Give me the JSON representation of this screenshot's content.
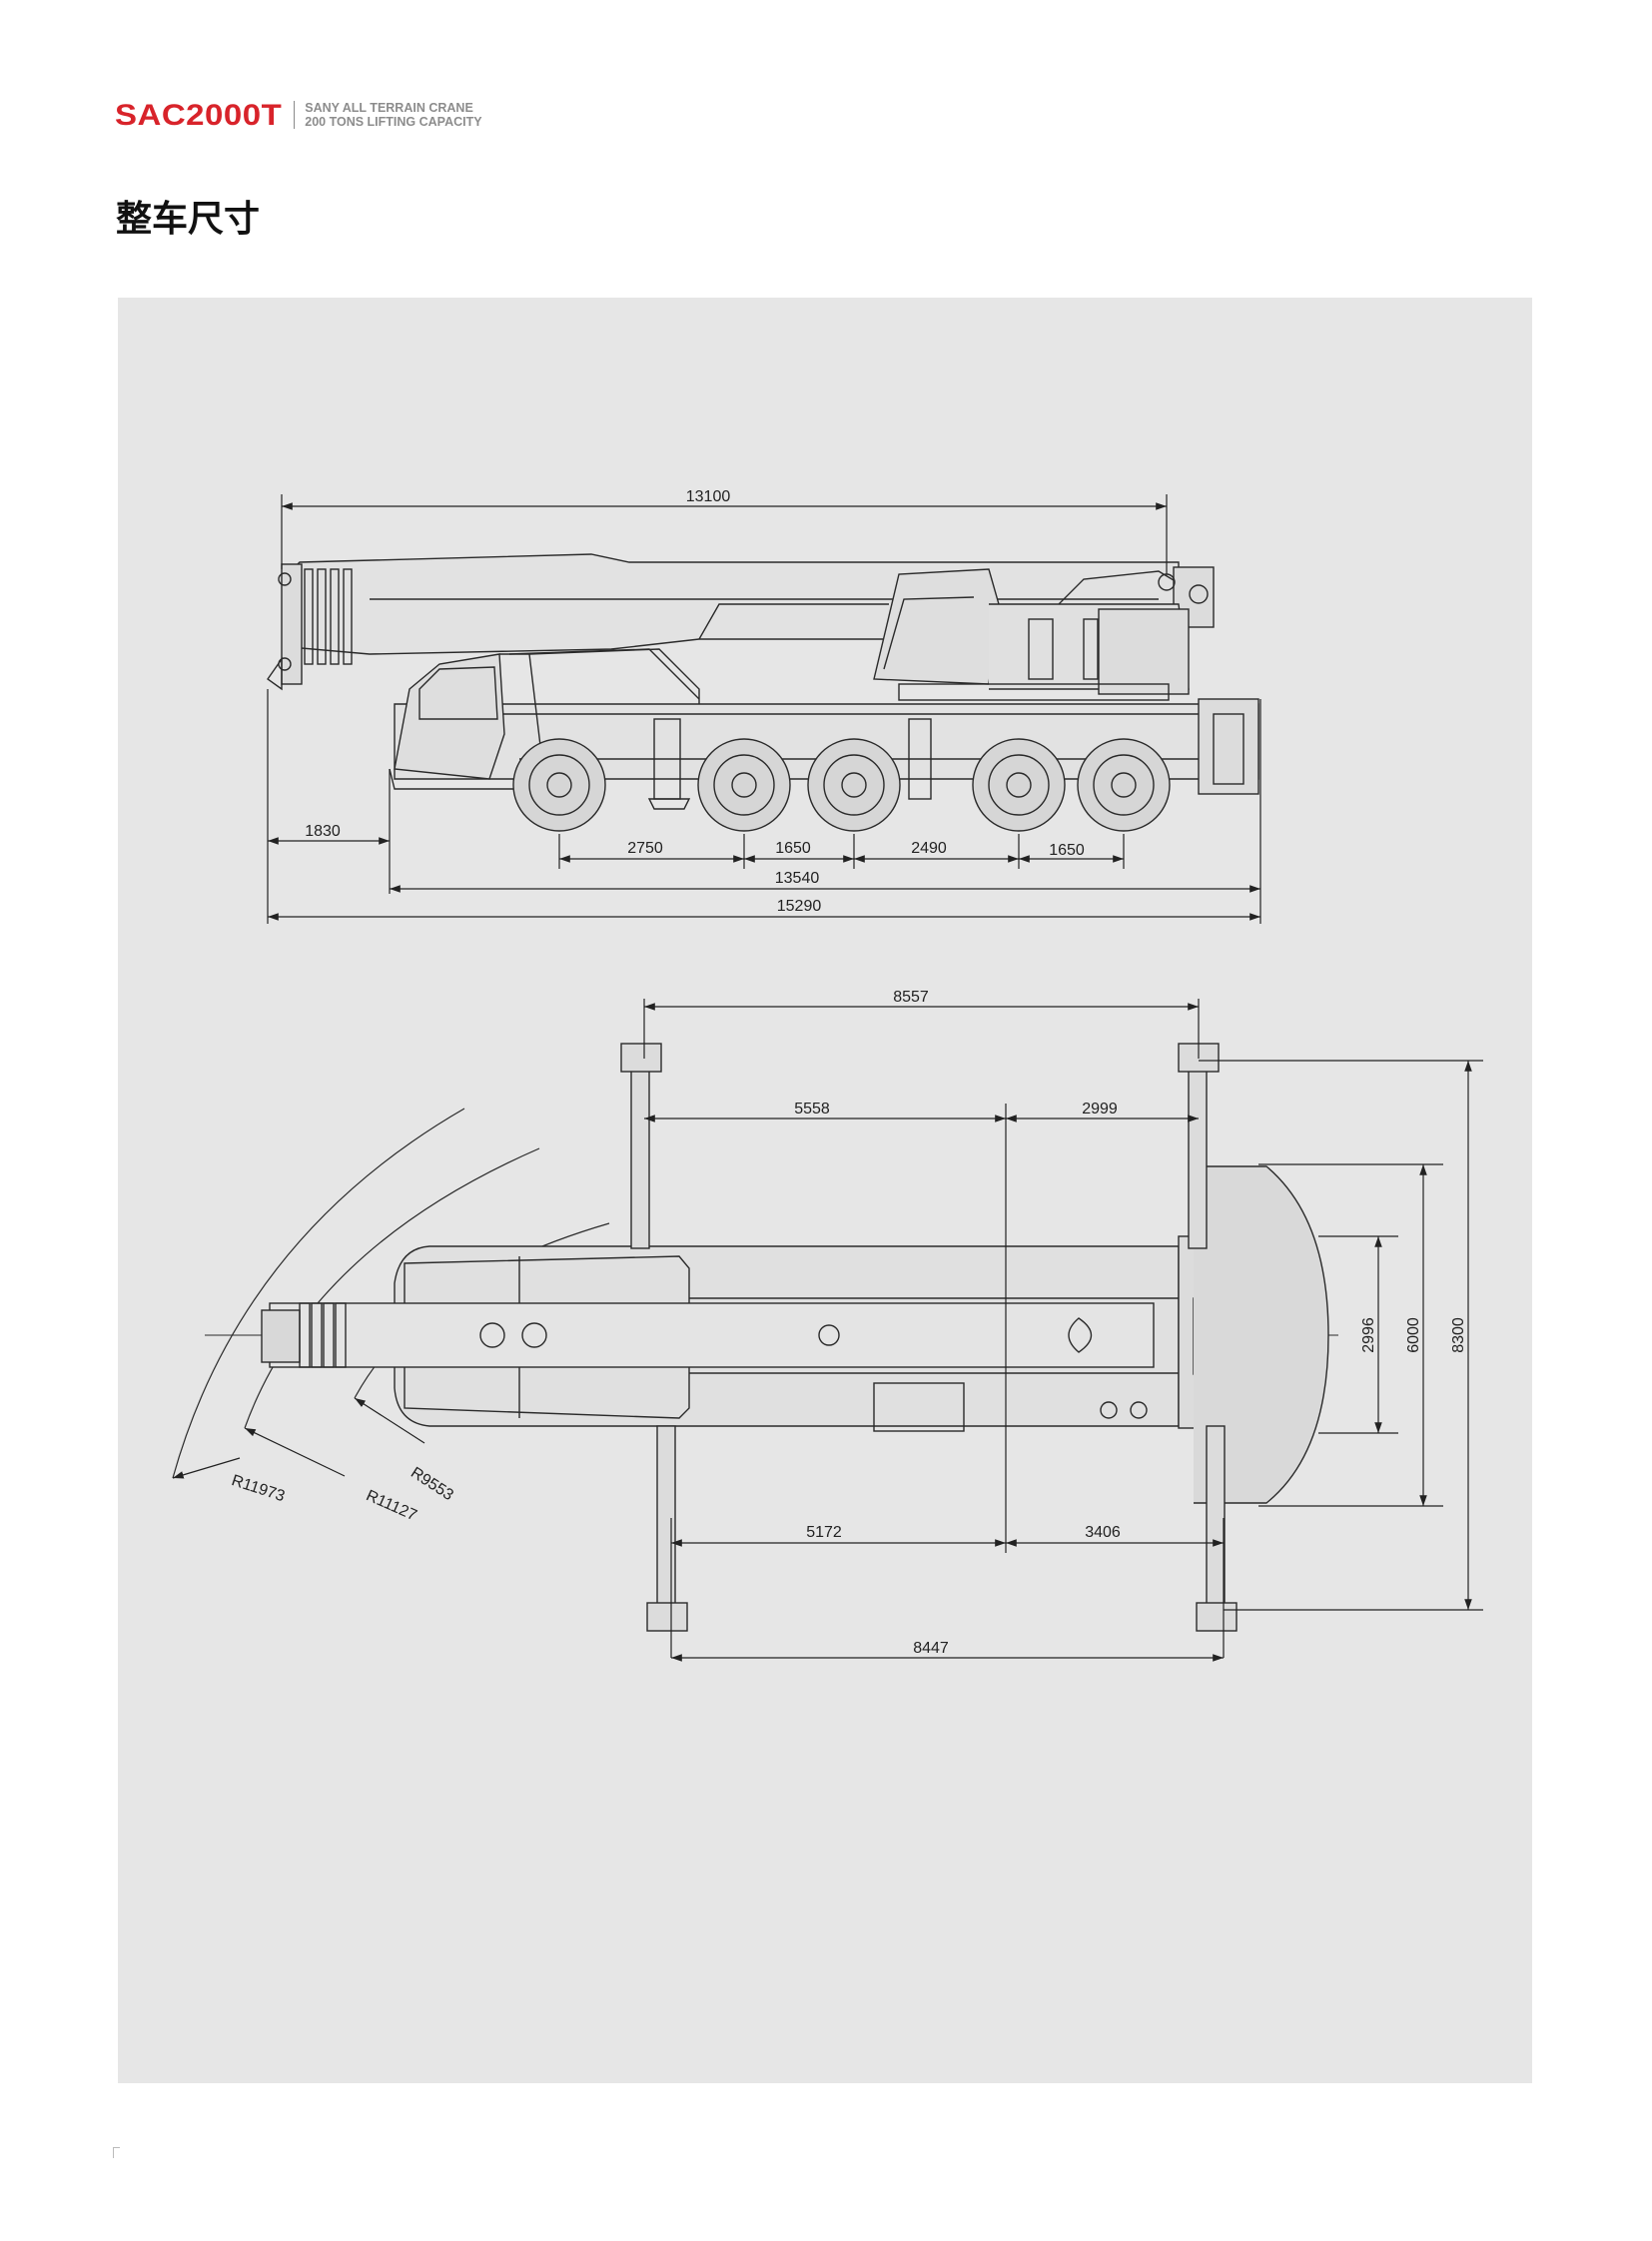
{
  "header": {
    "model": "SAC2000T",
    "tagline_line1": "SANY ALL TERRAIN CRANE",
    "tagline_line2": "200 TONS LIFTING CAPACITY"
  },
  "page_title": "整车尺寸",
  "colors": {
    "brand": "#d8232a",
    "panel": "#e6e6e6",
    "line": "#2a2a2a"
  },
  "side_view": {
    "dims": {
      "overall_boom": "13100",
      "front_overhang": "1830",
      "axle_1_2": "2750",
      "axle_2_3": "1650",
      "axle_3_4": "2490",
      "axle_4_5": "1650",
      "length_13540": "13540",
      "overall_length": "15290"
    }
  },
  "top_view": {
    "dims": {
      "outrigger_front_span": "8557",
      "front_to_center": "5558",
      "center_to_rear_top": "2999",
      "front_to_center_bottom": "5172",
      "center_to_rear_bottom": "3406",
      "outrigger_rear_span": "8447",
      "width_2996": "2996",
      "width_6000": "6000",
      "width_8300": "8300",
      "radius_9553": "R9553",
      "radius_11127": "R11127",
      "radius_11973": "R11973"
    }
  }
}
